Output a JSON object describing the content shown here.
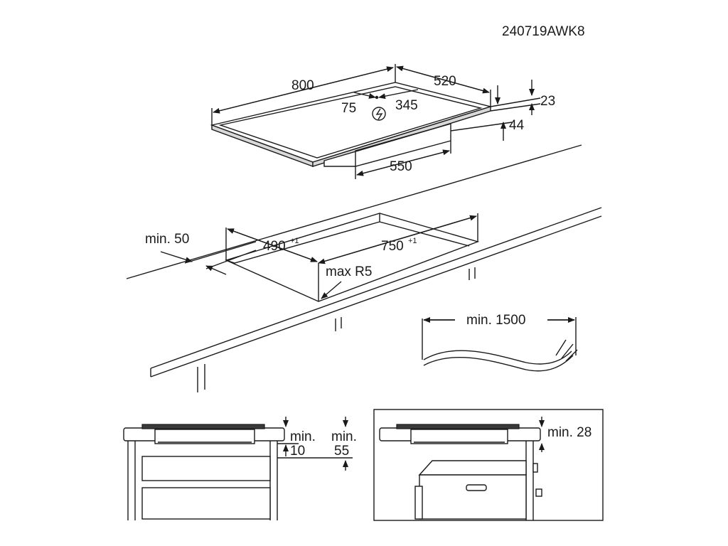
{
  "code": "240719AWK8",
  "hob": {
    "width": "800",
    "depth": "520",
    "conn_offset": "75",
    "conn_depth": "345",
    "glass_thickness": "23",
    "total_height": "44",
    "box_width": "550"
  },
  "cutout": {
    "side_clearance": "min. 50",
    "depth": "490",
    "depth_tol": "+1",
    "width": "750",
    "width_tol": "+1",
    "corner_radius": "max R5"
  },
  "cable": {
    "length": "min. 1500"
  },
  "installation_left": {
    "gap1_label": "min.",
    "gap1_value": "10",
    "gap2_label": "min.",
    "gap2_value": "55"
  },
  "installation_right": {
    "gap": "min. 28"
  }
}
